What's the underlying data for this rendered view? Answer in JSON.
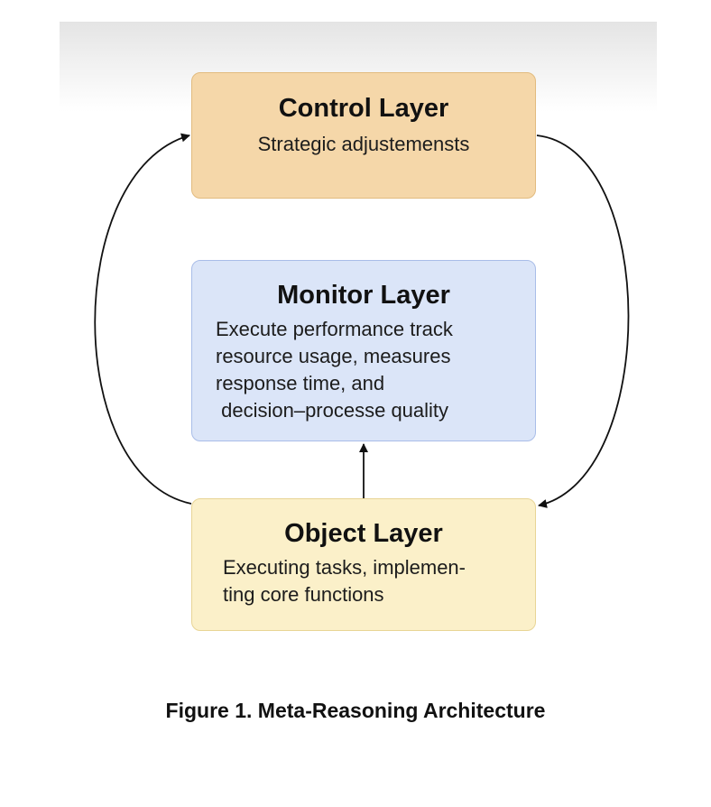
{
  "layers": {
    "control": {
      "title": "Control Layer",
      "description": "Strategic adjustemensts",
      "fill_color": "#f5d7a9"
    },
    "monitor": {
      "title": "Monitor Layer",
      "description": "Execute performance track\nresource usage, measures\nresponse time, and\n decision–processe quality",
      "fill_color": "#dbe5f8"
    },
    "object": {
      "title": "Object Layer",
      "description": "Executing tasks, implemen-\nting core functions",
      "fill_color": "#fbf0c9"
    }
  },
  "connections": [
    {
      "from": "object",
      "to": "control",
      "style": "curved-left"
    },
    {
      "from": "control",
      "to": "object",
      "style": "curved-right"
    },
    {
      "from": "object",
      "to": "monitor",
      "style": "straight-up"
    }
  ],
  "caption": "Figure 1. Meta-Reasoning Architecture"
}
